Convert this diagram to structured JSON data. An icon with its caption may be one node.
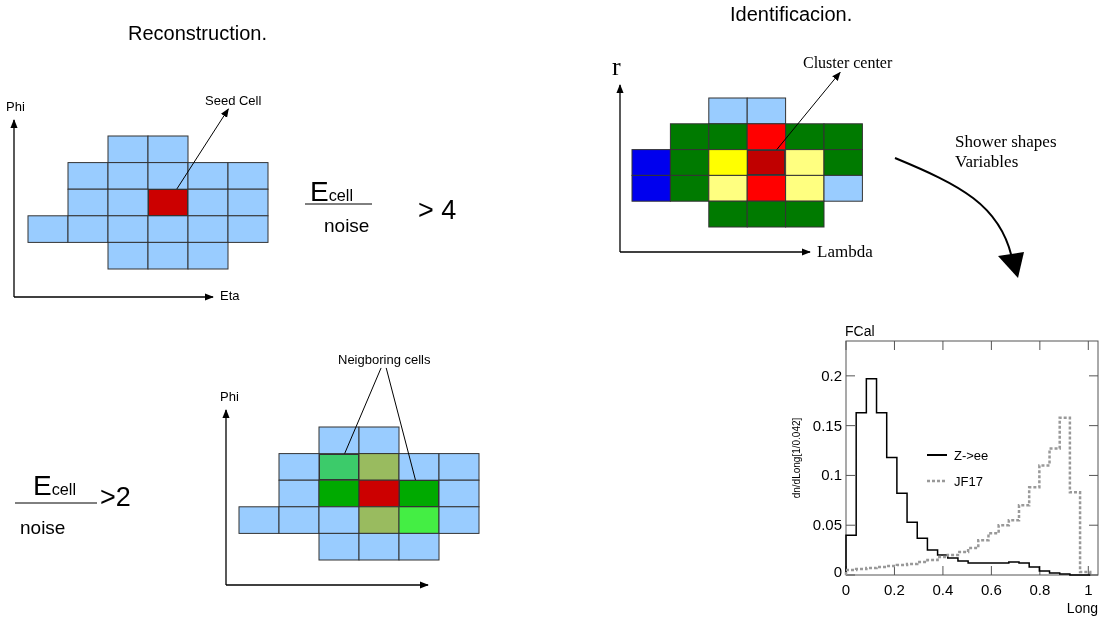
{
  "diagram": {
    "nodes": [
      {
        "text": [
          "Seed Cell"
        ]
      },
      {
        "text": [],
        "shape": "box"
      },
      {
        "text": [
          "Neigboring cells"
        ]
      },
      {
        "text": [],
        "shape": "box"
      },
      {
        "text": [],
        "shape": "box"
      },
      {
        "text": [
          "Cluster center"
        ]
      },
      {
        "text": [],
        "shape": "box"
      }
    ],
    "edges": [
      {
        "from": 1,
        "to": 0,
        "arrow": "to"
      },
      {
        "from": 2,
        "to": 3,
        "arrow": "none"
      },
      {
        "from": 2,
        "to": 4,
        "arrow": "none"
      },
      {
        "from": 6,
        "to": 5,
        "arrow": "to"
      }
    ],
    "labels": [
      "Reconstruction.",
      "Phi",
      "Eta",
      "E$_{cell}$",
      "noise",
      "> 4",
      "E$_{cell}$",
      "noise",
      ">2",
      "Phi",
      "Identificacion.",
      "r",
      "Lambda",
      "Shower shapes Variables"
    ],
    "chart_data": {
      "type": "line",
      "title": "FCal",
      "xlabel": "Long",
      "ylabel": "dn/dLong[1/0.042]",
      "x": [
        0,
        0,
        0.042,
        0.042,
        0.084,
        0.084,
        0.126,
        0.126,
        0.168,
        0.168,
        0.21,
        0.21,
        0.252,
        0.252,
        0.294,
        0.294,
        0.336,
        0.336,
        0.378,
        0.378,
        0.42,
        0.42,
        0.462,
        0.462,
        0.504,
        0.504,
        0.546,
        0.546,
        0.588,
        0.588,
        0.63,
        0.63,
        0.672,
        0.672,
        0.714,
        0.714,
        0.756,
        0.756,
        0.798,
        0.798,
        0.84,
        0.84,
        0.882,
        0.882,
        0.924,
        0.924,
        0.966,
        0.966,
        1.008,
        1.008
      ],
      "series": [
        {
          "name": "Z->ee",
          "color": "#000000",
          "values": [
            0,
            0.04,
            0.04,
            0.163,
            0.163,
            0.197,
            0.197,
            0.163,
            0.163,
            0.118,
            0.118,
            0.082,
            0.082,
            0.053,
            0.053,
            0.037,
            0.037,
            0.025,
            0.025,
            0.02,
            0.02,
            0.017,
            0.017,
            0.014,
            0.014,
            0.012,
            0.012,
            0.012,
            0.012,
            0.012,
            0.012,
            0.012,
            0.012,
            0.013,
            0.013,
            0.012,
            0.012,
            0.008,
            0.008,
            0.004,
            0.004,
            0.002,
            0.002,
            0.001,
            0.001,
            0,
            0,
            0,
            0,
            0
          ]
        },
        {
          "name": "JF17",
          "color": "#999999",
          "line_style": "dashed",
          "values": [
            0,
            0.005,
            0.005,
            0.006,
            0.006,
            0.007,
            0.007,
            0.008,
            0.008,
            0.009,
            0.009,
            0.01,
            0.01,
            0.011,
            0.011,
            0.013,
            0.013,
            0.015,
            0.015,
            0.018,
            0.018,
            0.02,
            0.02,
            0.023,
            0.023,
            0.027,
            0.027,
            0.035,
            0.035,
            0.042,
            0.042,
            0.05,
            0.05,
            0.055,
            0.055,
            0.07,
            0.07,
            0.088,
            0.088,
            0.11,
            0.11,
            0.127,
            0.127,
            0.158,
            0.158,
            0.083,
            0.083,
            0.003,
            0.003,
            0
          ]
        }
      ],
      "xlim": [
        0,
        1.04
      ],
      "ylim": [
        0,
        0.235
      ],
      "legend": true,
      "xticks": [
        0,
        0.2,
        0.4,
        0.6,
        0.8,
        1
      ],
      "yticks": [
        0,
        0.05,
        0.1,
        0.15,
        0.2
      ]
    }
  }
}
